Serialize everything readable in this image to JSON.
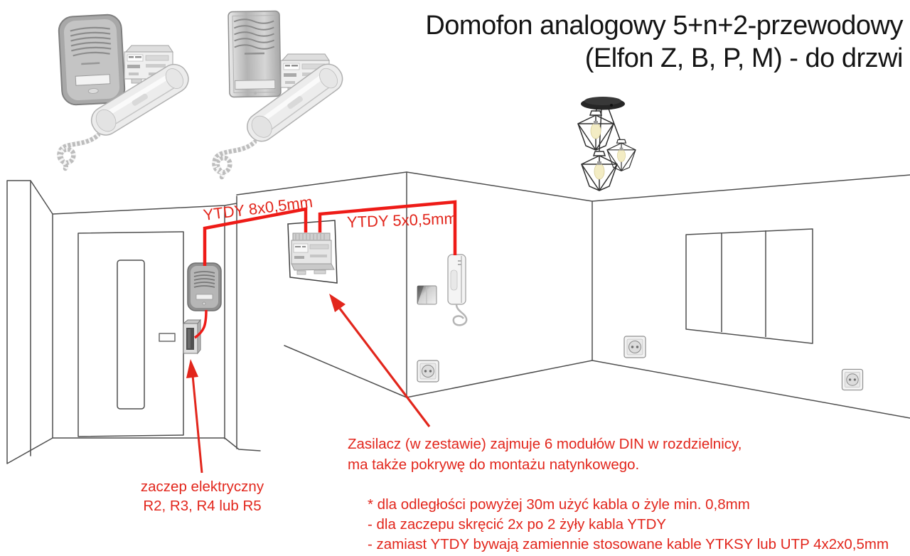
{
  "title": {
    "line1": "Domofon analogowy 5+n+2-przewodowy",
    "line2": "(Elfon Z, B, P, M) - do drzwi"
  },
  "cable_labels": {
    "door_cable": "YTDY 8x0,5mm",
    "handset_cable": "YTDY 5x0,5mm"
  },
  "annotations": {
    "strike_line1": "zaczep elektryczny",
    "strike_line2": "R2, R3, R4 lub R5",
    "psu_line1": "Zasilacz (w zestawie) zajmuje 6 modułów DIN w rozdzielnicy,",
    "psu_line2": "ma także pokrywę do montażu natynkowego.",
    "note1": "* dla odległości powyżej 30m użyć kabla o żyle min. 0,8mm",
    "note2": "- dla zaczepu skręcić 2x po 2 żyły kabla YTDY",
    "note3": "- zamiast YTDY bywają zamiennie stosowane kable YTKSY lub UTP 4x2x0,5mm"
  },
  "colors": {
    "annotation_red": "#e2261c",
    "cable_red": "#ee1b17",
    "sketch_line_gray": "#4f4f4f",
    "title_text": "#141414"
  },
  "scene_items": [
    "outdoor-panel-icon",
    "electric-strike-icon",
    "distribution-box-icon",
    "psu-module-icon",
    "wall-handset-icon",
    "light-switch-icon",
    "power-socket-icon",
    "window-icon",
    "ceiling-lamp-icon",
    "entrance-door-icon",
    "intercom-kit-photo-1",
    "intercom-kit-photo-2"
  ]
}
